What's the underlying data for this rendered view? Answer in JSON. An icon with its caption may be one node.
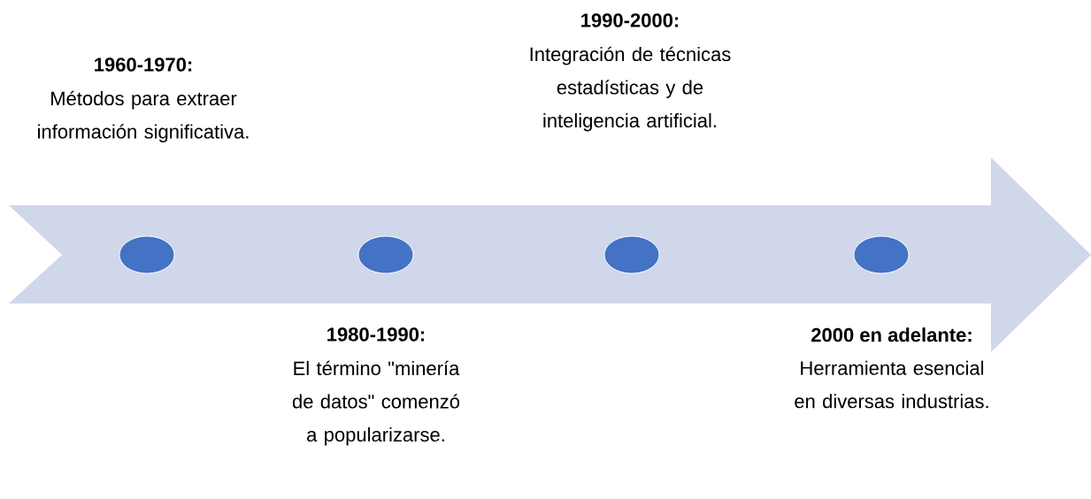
{
  "diagram": {
    "nodes": [
      {
        "text": [],
        "shape": "arrow"
      },
      {
        "text": [],
        "shape": "circle",
        "in": 0,
        "beside": [
          "1960-1970:",
          "Métodos para extraer información significativa."
        ]
      },
      {
        "text": [],
        "shape": "circle",
        "in": 0,
        "beside": [
          "1980-1990:",
          "El término \"minería de datos\" comenzó a popularizarse."
        ]
      },
      {
        "text": [],
        "shape": "circle",
        "in": 0,
        "beside": [
          "1990-2000:",
          "Integración de técnicas estadísticas y de inteligencia artificial."
        ]
      },
      {
        "text": [],
        "shape": "circle",
        "in": 0,
        "beside": [
          "2000 en adelante:",
          "Herramienta esencial en diversas industrias."
        ]
      }
    ]
  }
}
